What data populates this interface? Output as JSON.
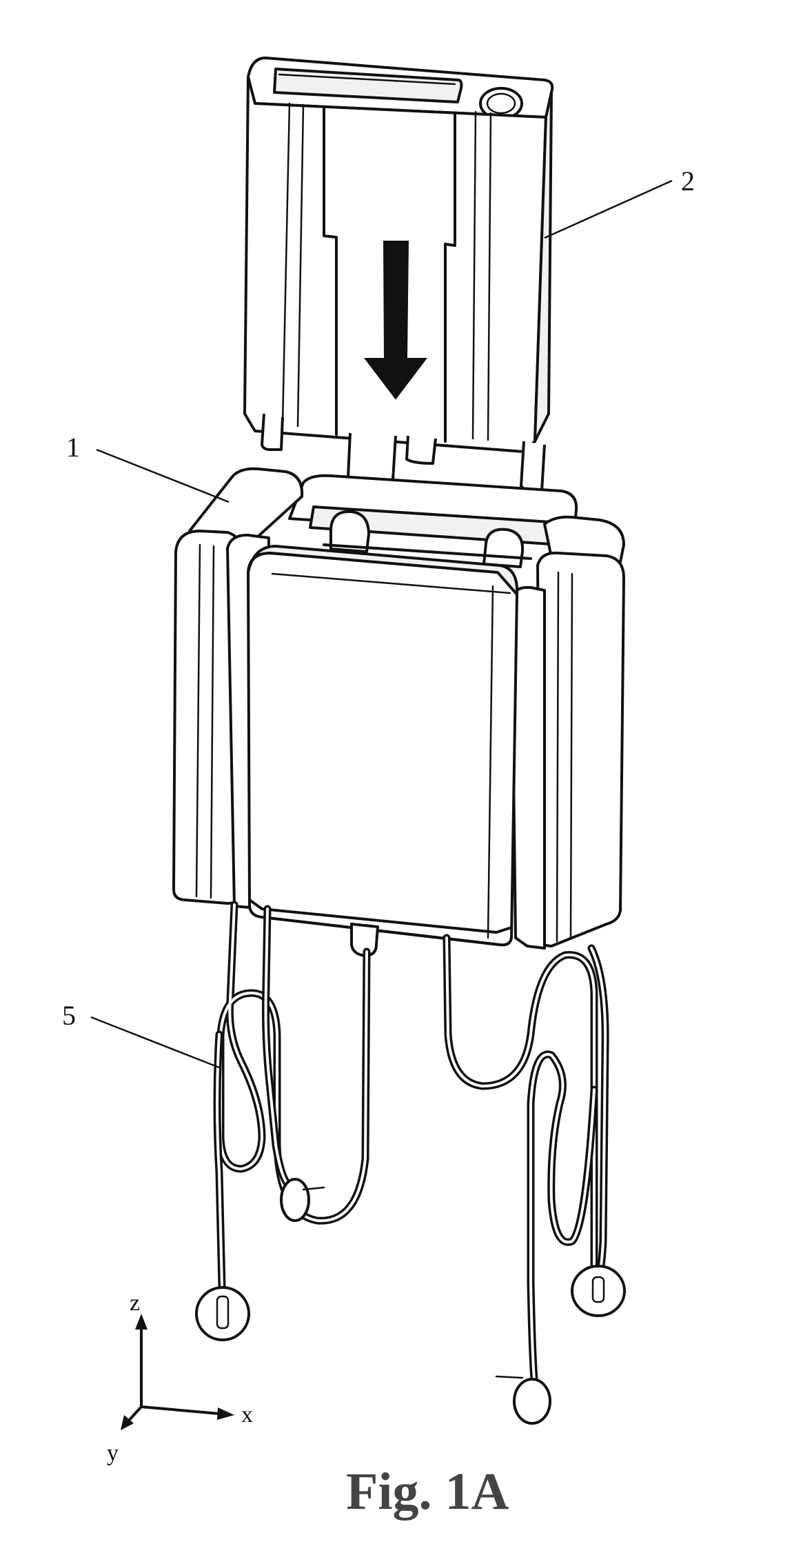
{
  "figure": {
    "caption": "Fig. 1A",
    "reference_numerals": {
      "cover": "2",
      "housing": "1",
      "cable": "5"
    },
    "axes": {
      "x": "x",
      "y": "y",
      "z": "z"
    },
    "insertion_arrow": "down-arrow-icon"
  }
}
